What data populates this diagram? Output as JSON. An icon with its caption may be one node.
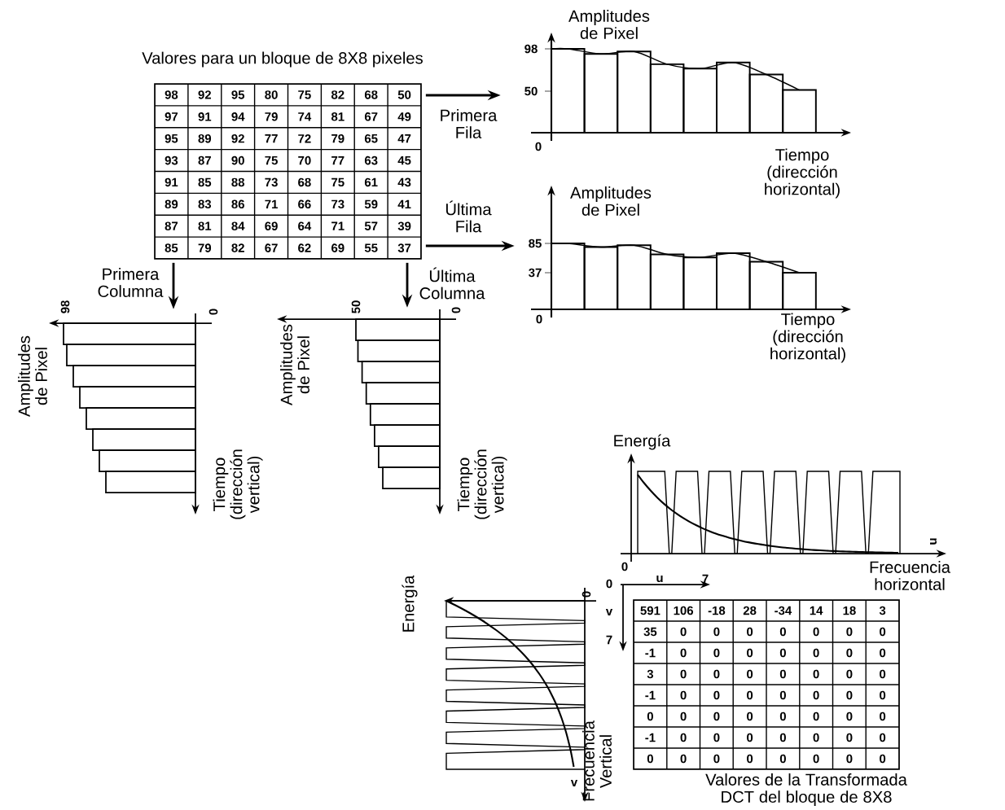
{
  "diagram": {
    "nodes": [
      {
        "text": [
          "Valores para un bloque de 8X8 pixeles"
        ]
      },
      {
        "text": [],
        "shape": "picture"
      },
      {
        "text": [],
        "shape": "picture"
      },
      {
        "text": [],
        "shape": "picture"
      },
      {
        "text": [],
        "shape": "picture"
      },
      {
        "text": [
          "Valores de la Transformada DCT del bloque de 8X8"
        ]
      }
    ],
    "edges": [
      {
        "from": 0,
        "to": 1,
        "arrow": "to",
        "label": "Primera Fila"
      },
      {
        "from": 0,
        "to": 2,
        "arrow": "to",
        "label": "Última Fila"
      },
      {
        "from": 0,
        "to": 3,
        "arrow": "to",
        "label": "Primera Columna"
      },
      {
        "from": 0,
        "to": 4,
        "arrow": "to",
        "label": "Última Columna"
      }
    ],
    "labels": [
      "98",
      "92",
      "95",
      "80",
      "75",
      "82",
      "68",
      "50",
      "97",
      "91",
      "94",
      "79",
      "74",
      "81",
      "67",
      "49",
      "95",
      "89",
      "92",
      "77",
      "72",
      "79",
      "65",
      "47",
      "93",
      "87",
      "90",
      "75",
      "70",
      "77",
      "63",
      "45",
      "91",
      "85",
      "88",
      "73",
      "68",
      "75",
      "61",
      "43",
      "89",
      "83",
      "86",
      "71",
      "66",
      "73",
      "59",
      "41",
      "87",
      "81",
      "84",
      "69",
      "64",
      "71",
      "57",
      "39",
      "85",
      "79",
      "82",
      "67",
      "62",
      "69",
      "55",
      "37",
      "Amplitudes de Pixel",
      "98",
      "50",
      "0",
      "Tiempo (dirección horizontal)",
      "Amplitudes de Pixel",
      "85",
      "37",
      "0",
      "Tiempo (dirección horizontal)",
      "98",
      "0",
      "Amplitudes de Pixel",
      "Tiempo (dirección vertical)",
      "50",
      "0",
      "Amplitudes de Pixel",
      "Tiempo (dirección vertical)",
      "Energía",
      "u",
      "0",
      "Frecuencia horizontal",
      "Energía",
      "0",
      "v",
      "Frecuencia Vertical",
      "0",
      "u",
      "7",
      "v",
      "7",
      "591",
      "106",
      "-18",
      "28",
      "-34",
      "14",
      "18",
      "3",
      "35",
      "0",
      "0",
      "0",
      "0",
      "0",
      "0",
      "0",
      "-1",
      "0",
      "0",
      "0",
      "0",
      "0",
      "0",
      "0",
      "3",
      "0",
      "0",
      "0",
      "0",
      "0",
      "0",
      "0",
      "-1",
      "0",
      "0",
      "0",
      "0",
      "0",
      "0",
      "0",
      "0",
      "0",
      "0",
      "0",
      "0",
      "0",
      "0",
      "0",
      "-1",
      "0",
      "0",
      "0",
      "0",
      "0",
      "0",
      "0",
      "0",
      "0",
      "0",
      "0",
      "0",
      "0",
      "0",
      "0"
    ]
  }
}
